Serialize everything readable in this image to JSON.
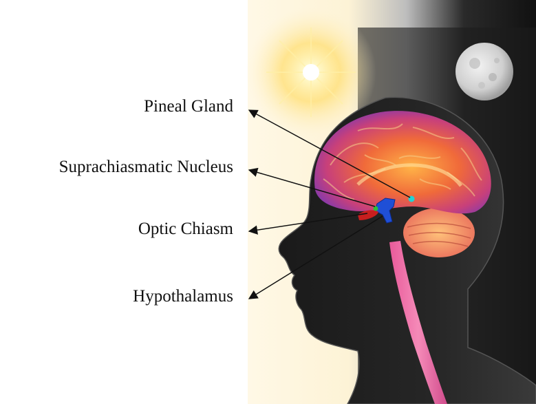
{
  "labels": {
    "pineal": "Pineal Gland",
    "scn": "Suprachiasmatic Nucleus",
    "optic": "Optic Chiasm",
    "hypothalamus": "Hypothalamus"
  },
  "colors": {
    "pineal_marker": "#22d3d3",
    "scn_marker": "#2fbf3a",
    "hypothalamus_region": "#1f4fd6",
    "optic_region": "#c81e1e",
    "sun": "#ffd54a",
    "moon": "#d8d8d8",
    "night_panel": "#1c1c1c"
  },
  "icons": {
    "sun": "sun-icon",
    "moon": "moon-icon"
  }
}
